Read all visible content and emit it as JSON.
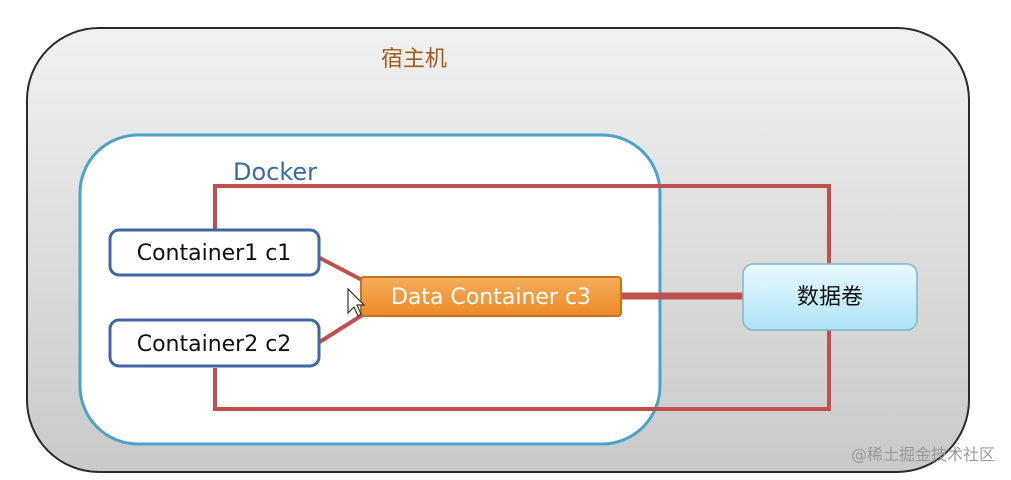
{
  "diagram": {
    "host_label": "宿主机",
    "docker_label": "Docker",
    "container1_label": "Container1 c1",
    "container2_label": "Container2 c2",
    "data_container_label": "Data Container c3",
    "data_volume_label": "数据卷",
    "watermark": "@稀土掘金技术社区",
    "colors": {
      "host_fill": "#d9d9d9",
      "docker_border": "#4ba3c7",
      "container_border": "#3f67a8",
      "data_container_fill": "#f29b3c",
      "link_color": "#c0504d",
      "volume_fill": "#c7ecf8"
    }
  }
}
